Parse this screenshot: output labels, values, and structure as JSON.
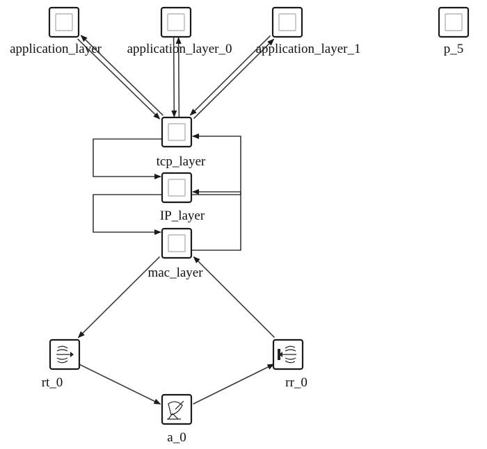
{
  "nodes": {
    "application_layer": {
      "label": "application_layer",
      "icon": "processor-module-icon"
    },
    "application_layer_0": {
      "label": "application_layer_0",
      "icon": "processor-module-icon"
    },
    "application_layer_1": {
      "label": "application_layer_1",
      "icon": "processor-module-icon"
    },
    "p_5": {
      "label": "p_5",
      "icon": "processor-module-icon"
    },
    "tcp_layer": {
      "label": "tcp_layer",
      "icon": "processor-module-icon"
    },
    "IP_layer": {
      "label": "IP_layer",
      "icon": "processor-module-icon"
    },
    "mac_layer": {
      "label": "mac_layer",
      "icon": "processor-module-icon"
    },
    "rt_0": {
      "label": "rt_0",
      "icon": "radio-transmitter-icon"
    },
    "rr_0": {
      "label": "rr_0",
      "icon": "radio-receiver-icon"
    },
    "a_0": {
      "label": "a_0",
      "icon": "antenna-icon"
    }
  },
  "links": [
    {
      "from": "tcp_layer",
      "to": "application_layer"
    },
    {
      "from": "application_layer",
      "to": "tcp_layer"
    },
    {
      "from": "tcp_layer",
      "to": "application_layer_0"
    },
    {
      "from": "application_layer_0",
      "to": "tcp_layer"
    },
    {
      "from": "tcp_layer",
      "to": "application_layer_1"
    },
    {
      "from": "application_layer_1",
      "to": "tcp_layer"
    },
    {
      "from": "tcp_layer",
      "to": "IP_layer",
      "style": "left-loop"
    },
    {
      "from": "IP_layer",
      "to": "tcp_layer",
      "style": "right-loop"
    },
    {
      "from": "IP_layer",
      "to": "mac_layer",
      "style": "left-loop"
    },
    {
      "from": "mac_layer",
      "to": "IP_layer",
      "style": "right-loop"
    },
    {
      "from": "mac_layer",
      "to": "rt_0"
    },
    {
      "from": "rr_0",
      "to": "mac_layer"
    },
    {
      "from": "rt_0",
      "to": "a_0"
    },
    {
      "from": "a_0",
      "to": "rr_0"
    }
  ]
}
